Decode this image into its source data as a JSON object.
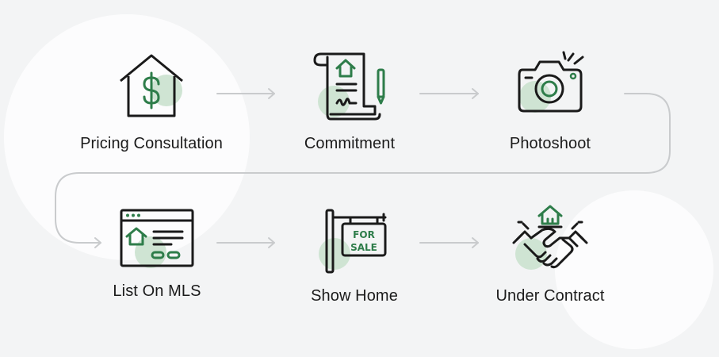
{
  "colors": {
    "stroke": "#1a1a1a",
    "accent": "#2e7d4a",
    "blob": "#cfe4d3",
    "connector": "#c9cbcd"
  },
  "steps": [
    {
      "label": "Pricing Consultation",
      "icon": "house-dollar-icon"
    },
    {
      "label": "Commitment",
      "icon": "contract-scroll-icon"
    },
    {
      "label": "Photoshoot",
      "icon": "camera-icon"
    },
    {
      "label": "List On MLS",
      "icon": "browser-listing-icon"
    },
    {
      "label": "Show Home",
      "icon": "for-sale-sign-icon"
    },
    {
      "label": "Under Contract",
      "icon": "handshake-icon"
    }
  ],
  "sign_text": {
    "line1": "FOR",
    "line2": "SALE"
  }
}
